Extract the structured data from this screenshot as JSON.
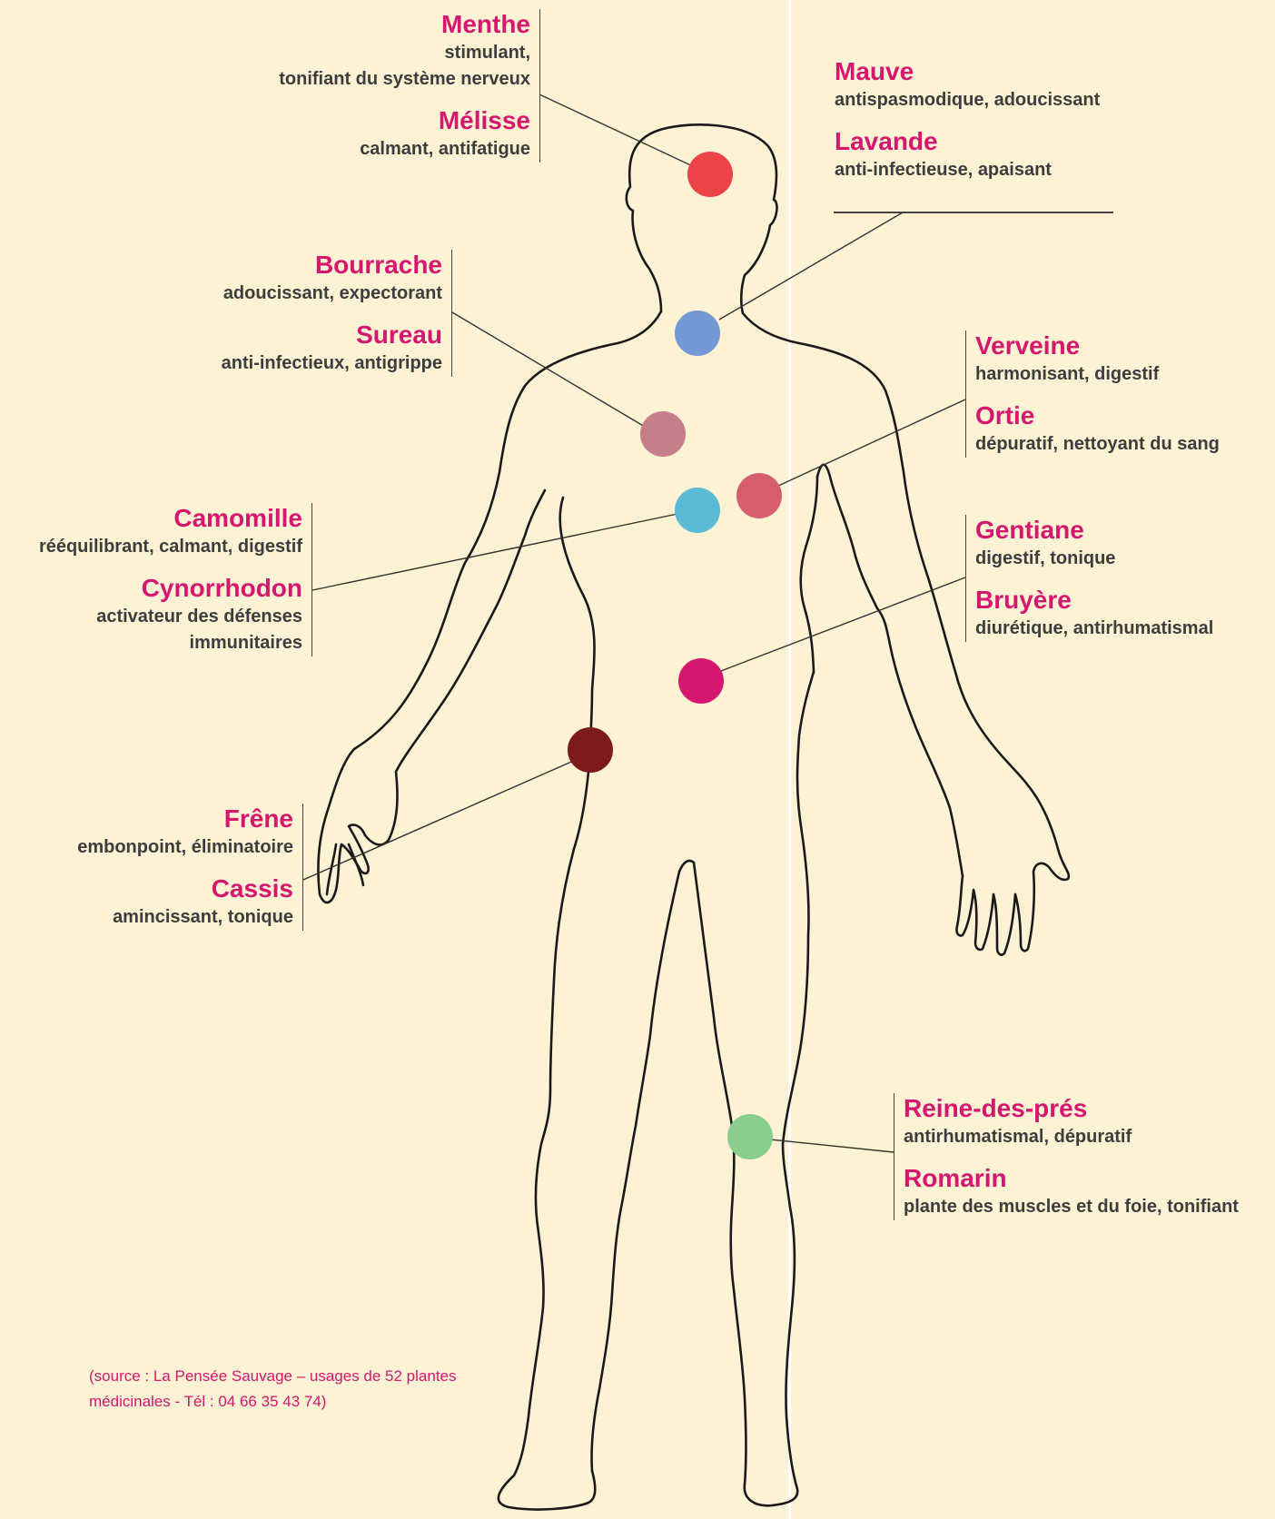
{
  "colors": {
    "background": "#fdf2d4",
    "plant_name": "#d5176f",
    "description": "#3d3d3d",
    "outline": "#1a1a1a",
    "divider": "#ffffff"
  },
  "plants": {
    "menthe": {
      "name": "Menthe",
      "desc": "stimulant,",
      "desc2": "tonifiant du système nerveux",
      "dot_color": "#ee4249"
    },
    "melisse": {
      "name": "Mélisse",
      "desc": "calmant, antifatigue",
      "dot_color": "#ee4249"
    },
    "mauve": {
      "name": "Mauve",
      "desc": "antispasmodique, adoucissant",
      "dot_color": "#7498d4"
    },
    "lavande": {
      "name": "Lavande",
      "desc": "anti-infectieuse, apaisant",
      "dot_color": "#7498d4"
    },
    "bourrache": {
      "name": "Bourrache",
      "desc": "adoucissant, expectorant",
      "dot_color": "#c67e8a"
    },
    "sureau": {
      "name": "Sureau",
      "desc": "anti-infectieux, antigrippe",
      "dot_color": "#c67e8a"
    },
    "verveine": {
      "name": "Verveine",
      "desc": "harmonisant, digestif",
      "dot_color": "#d75e6e"
    },
    "ortie": {
      "name": "Ortie",
      "desc": "dépuratif, nettoyant du sang",
      "dot_color": "#d75e6e"
    },
    "camomille": {
      "name": "Camomille",
      "desc": "rééquilibrant, calmant, digestif",
      "dot_color": "#5bbad6"
    },
    "cynorrhodon": {
      "name": "Cynorrhodon",
      "desc": "activateur des défenses",
      "desc2": "immunitaires",
      "dot_color": "#5bbad6"
    },
    "gentiane": {
      "name": "Gentiane",
      "desc": "digestif, tonique",
      "dot_color": "#d5176f"
    },
    "bruyere": {
      "name": "Bruyère",
      "desc": "diurétique, antirhumatismal",
      "dot_color": "#d5176f"
    },
    "frene": {
      "name": "Frêne",
      "desc": "embonpoint, éliminatoire",
      "dot_color": "#7d1a1a"
    },
    "cassis": {
      "name": "Cassis",
      "desc": "amincissant, tonique",
      "dot_color": "#7d1a1a"
    },
    "reine": {
      "name": "Reine-des-prés",
      "desc": "antirhumatismal, dépuratif",
      "dot_color": "#8bcd8c"
    },
    "romarin": {
      "name": "Romarin",
      "desc": "plante des muscles et du foie, tonifiant",
      "dot_color": "#8bcd8c"
    }
  },
  "source": {
    "line1": "(source : La Pensée Sauvage – usages de 52 plantes",
    "line2": "médicinales - Tél : 04 66 35 43 74)"
  }
}
